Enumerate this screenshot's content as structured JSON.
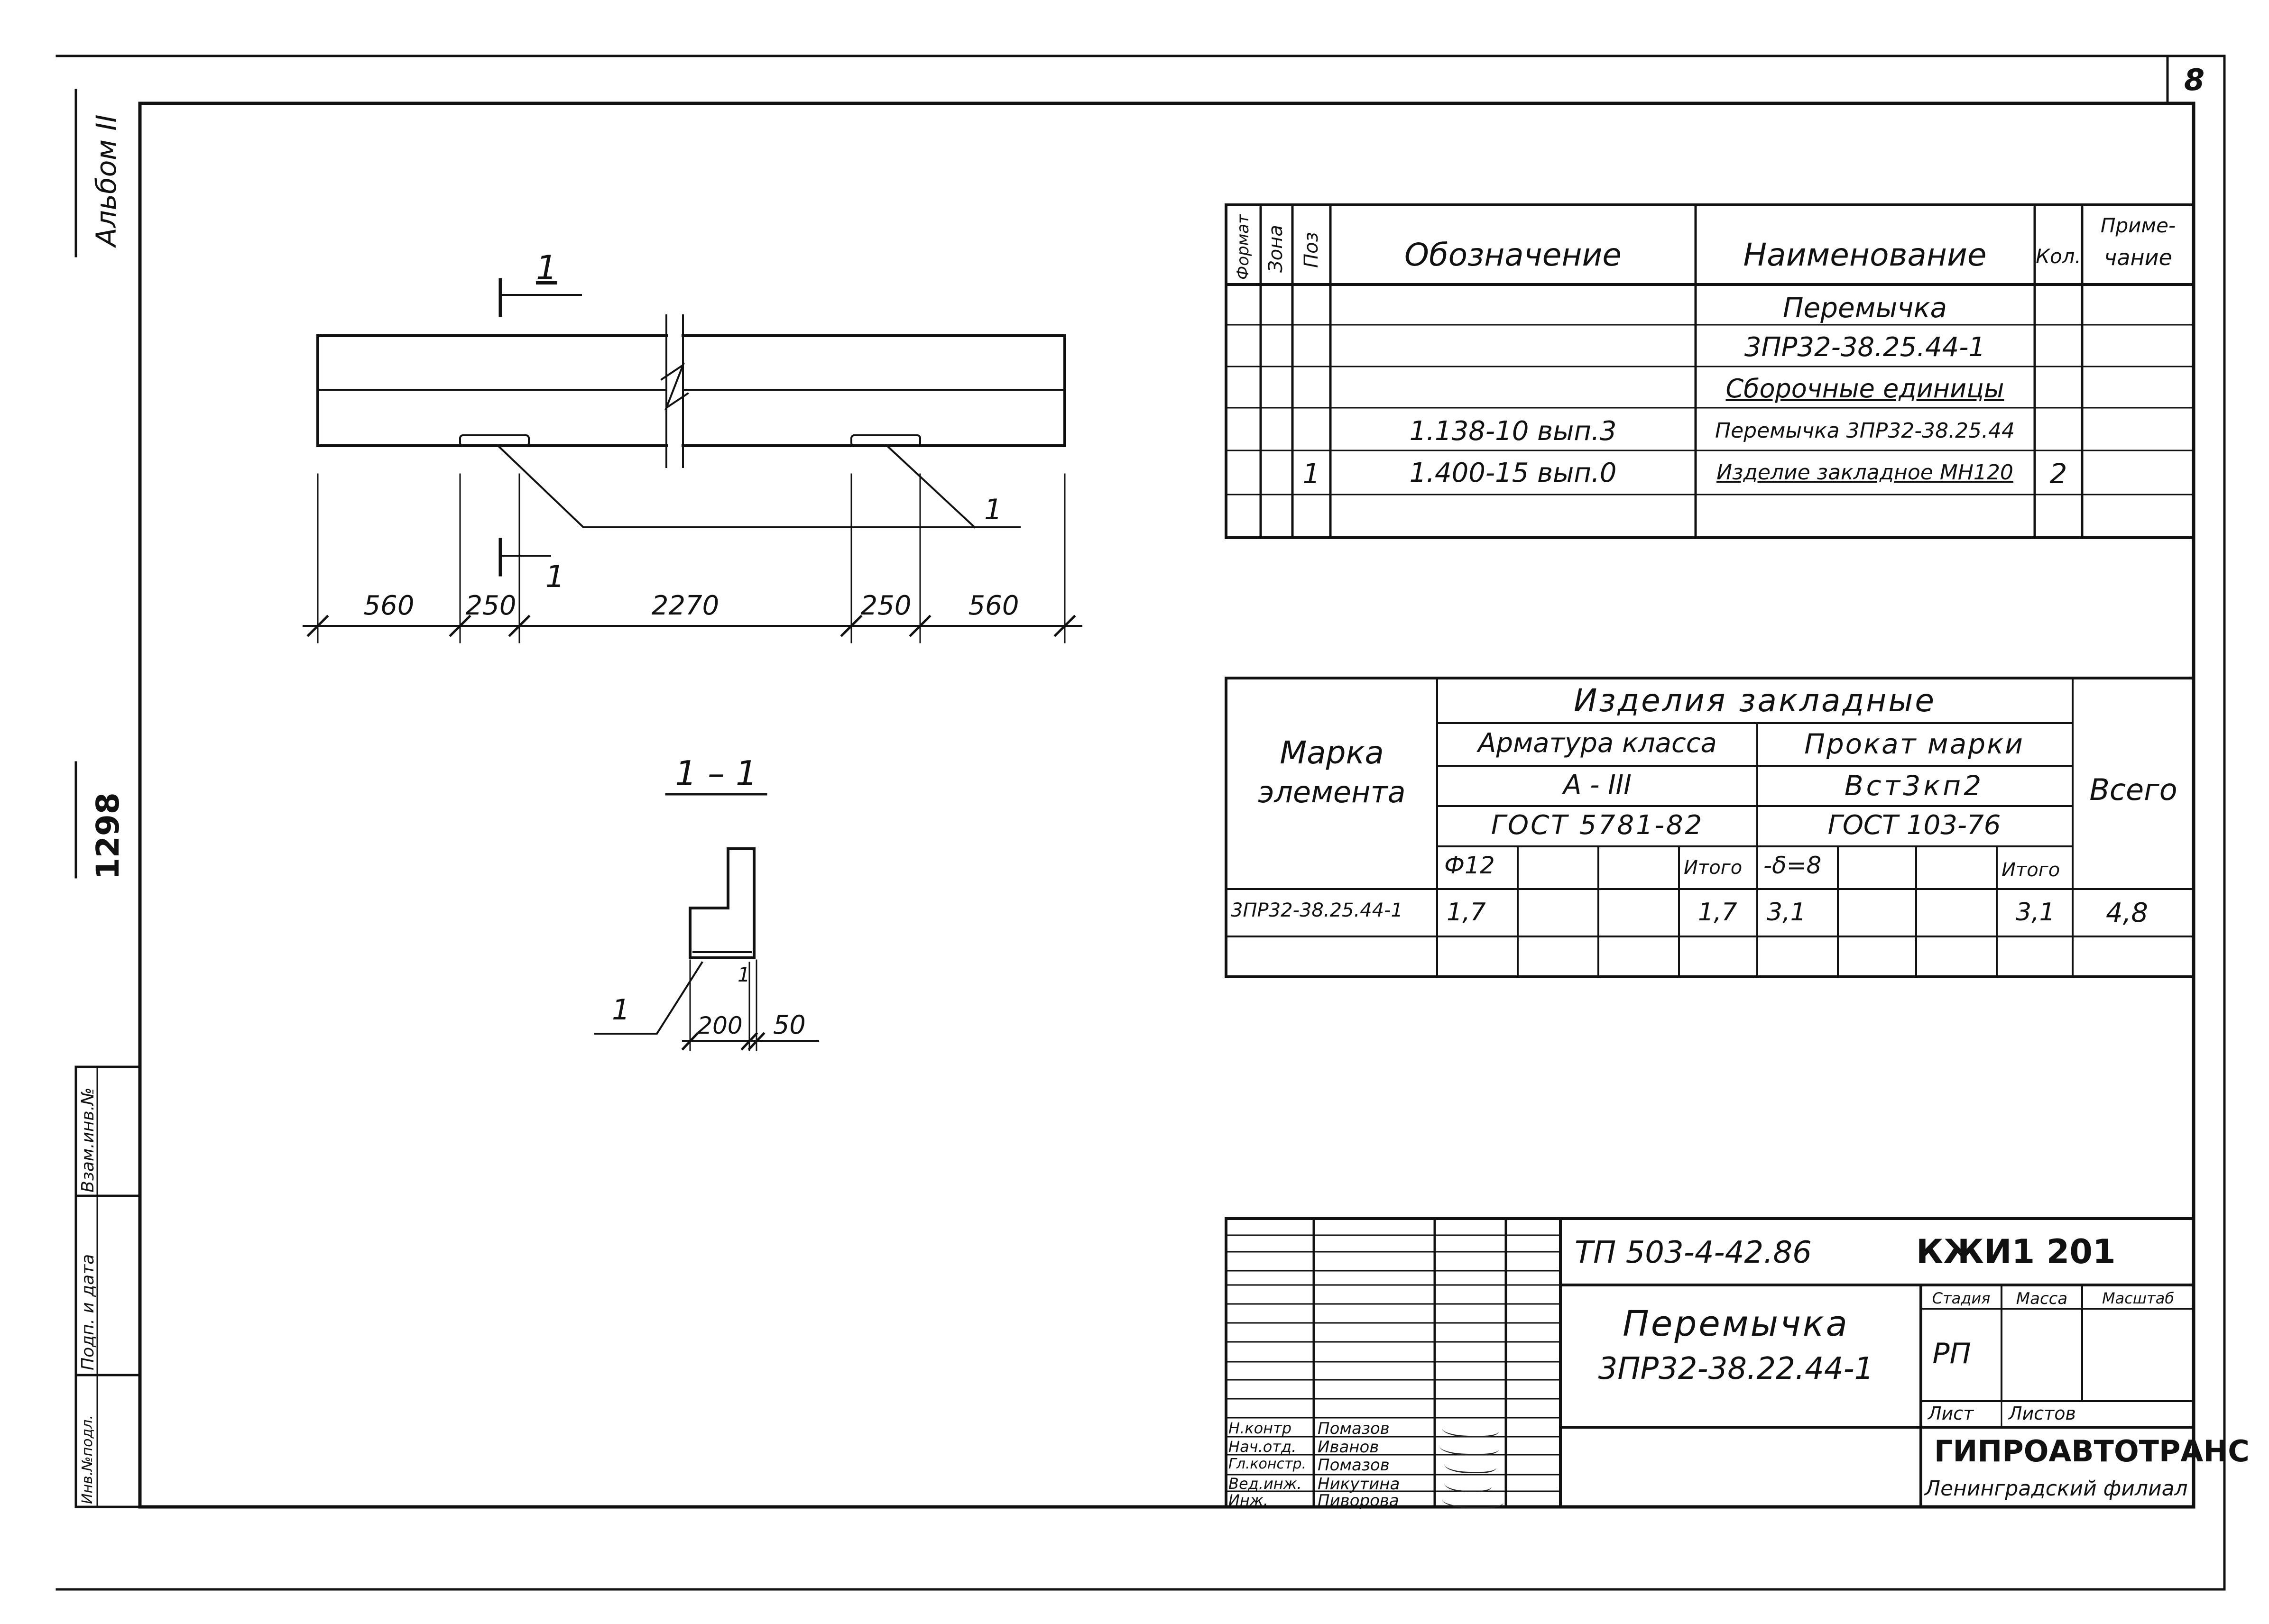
{
  "sheet": {
    "page_number": "8",
    "album_label": "Альбом II",
    "album_code": "1298",
    "side_stamp": {
      "inv_no": "Инв.№подл.",
      "sign_date": "Подп. и дата",
      "replace_inv": "Взам.инв.№"
    }
  },
  "drawing": {
    "section_mark_top": "1",
    "section_mark_bottom": "1",
    "leader_left": "1",
    "leader_right": "1",
    "dims": [
      "560",
      "250",
      "2270",
      "250",
      "560"
    ],
    "section_title": "1 – 1",
    "section_leader": "1",
    "section_small_mark": "1",
    "section_dims": [
      "200",
      "50"
    ]
  },
  "spec_table": {
    "headers": {
      "format": "Формат",
      "zone": "Зона",
      "pos": "Поз",
      "designation": "Обозначение",
      "name": "Наименование",
      "qty": "Кол.",
      "note_line1": "Приме-",
      "note_line2": "чание"
    },
    "rows": [
      {
        "pos": "",
        "designation": "",
        "name": "Перемычка",
        "qty": ""
      },
      {
        "pos": "",
        "designation": "",
        "name": "3ПР32-38.25.44-1",
        "qty": ""
      },
      {
        "pos": "",
        "designation": "",
        "name": "Сборочные единицы",
        "qty": ""
      },
      {
        "pos": "",
        "designation": "1.138-10 вып.3",
        "name": "Перемычка 3ПР32-38.25.44",
        "qty": ""
      },
      {
        "pos": "1",
        "designation": "1.400-15 вып.0",
        "name": "Изделие закладное МН120",
        "qty": "2"
      }
    ]
  },
  "embed_table": {
    "mark_header_1": "Марка",
    "mark_header_2": "элемента",
    "group_title": "Изделия закладные",
    "rebar_class": "Арматура класса",
    "rebar_grade": "А - III",
    "rebar_gost": "ГОСТ 5781-82",
    "steel_label": "Прокат марки",
    "steel_grade": "Вст3кп2",
    "steel_gost": "ГОСТ 103-76",
    "total_header": "Всего",
    "sub_phi": "Ф12",
    "sub_itogo1": "Итого",
    "sub_delta": "-δ=8",
    "sub_itogo2": "Итого",
    "row_mark": "3ПР32-38.25.44-1",
    "row_phi": "1,7",
    "row_itogo1": "1,7",
    "row_delta": "3,1",
    "row_itogo2": "3,1",
    "row_total": "4,8"
  },
  "title_block": {
    "code": "ТП 503-4-42.86",
    "sheet_code": "КЖИ1  201",
    "name_line1": "Перемычка",
    "name_line2": "3ПР32-38.22.44-1",
    "stage_label": "Стадия",
    "mass_label": "Масса",
    "scale_label": "Масштаб",
    "stage_value": "РП",
    "sheet_label": "Лист",
    "sheets_label": "Листов",
    "org": "ГИПРОАВТОТРАНС",
    "branch": "Ленинградский филиал",
    "people": [
      {
        "role": "Н.контр",
        "name": "Помазов"
      },
      {
        "role": "Нач.отд.",
        "name": "Иванов"
      },
      {
        "role": "Гл.констр.",
        "name": "Помазов"
      },
      {
        "role": "Вед.инж.",
        "name": "Никутина"
      },
      {
        "role": "Инж.",
        "name": "Пиворова"
      }
    ]
  }
}
